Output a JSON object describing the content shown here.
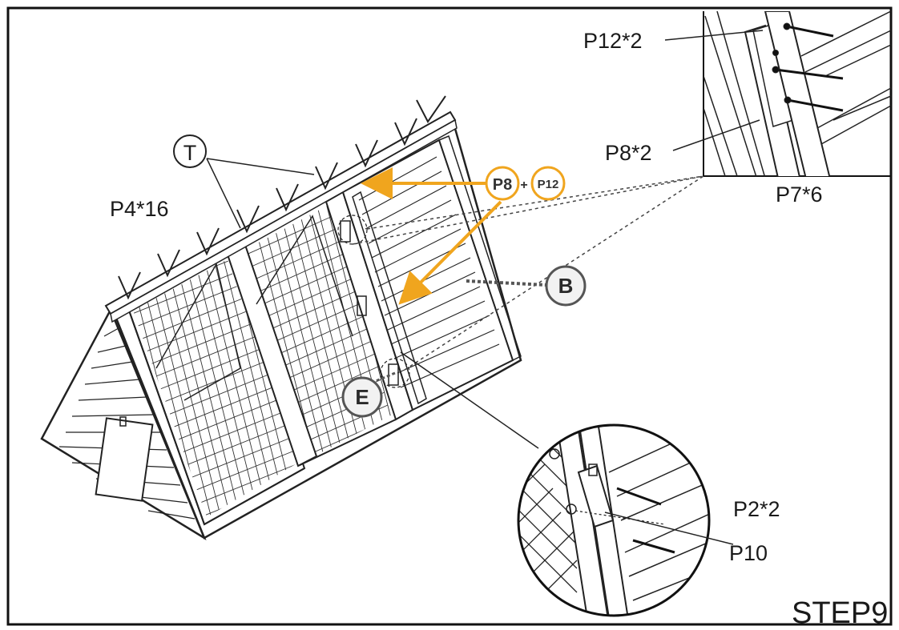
{
  "labels": {
    "part_t": "T",
    "p4": "P4*16",
    "p12": "P12*2",
    "p8": "P8*2",
    "p7": "P7*6",
    "p2": "P2*2",
    "p10": "P10",
    "step": "STEP9"
  },
  "callouts": {
    "b": "B",
    "e": "E",
    "p8": "P8",
    "plus": "+",
    "p12": "P12"
  },
  "colors": {
    "accent": "#f0a51e",
    "ink": "#1a1a1a",
    "callout_fill": "#f2f2f2",
    "callout_stroke": "#555555"
  }
}
